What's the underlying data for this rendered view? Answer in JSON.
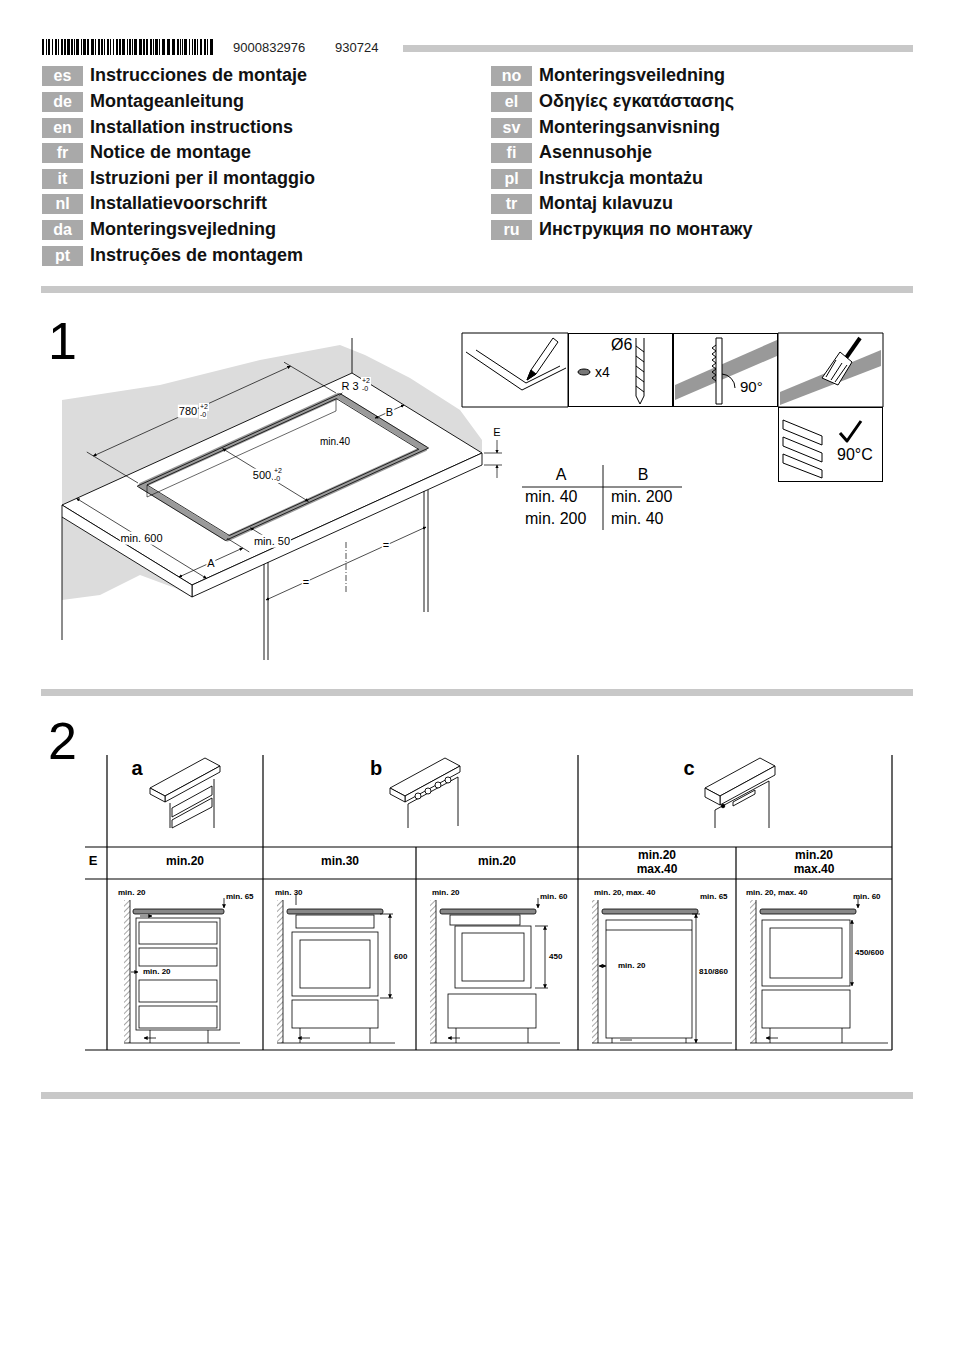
{
  "diagram": {
    "nodes": [
      {
        "text": [
          "es",
          "Instrucciones de montaje"
        ]
      },
      {
        "text": [
          "de",
          "Montageanleitung"
        ]
      },
      {
        "text": [
          "en",
          "Installation instructions"
        ]
      },
      {
        "text": [
          "fr",
          "Notice de montage"
        ]
      },
      {
        "text": [
          "it",
          "Istruzioni per il montaggio"
        ]
      },
      {
        "text": [
          "nl",
          "Installatievoorschrift"
        ]
      },
      {
        "text": [
          "da",
          "Monteringsvejledning"
        ]
      },
      {
        "text": [
          "pt",
          "Instruções de montagem"
        ]
      },
      {
        "text": [
          "no",
          "Monteringsveiledning"
        ]
      },
      {
        "text": [
          "el",
          "Οδηγίες εγκατάστασης"
        ]
      },
      {
        "text": [
          "sv",
          "Monteringsanvisning"
        ]
      },
      {
        "text": [
          "fi",
          "Asennusohje"
        ]
      },
      {
        "text": [
          "pl",
          "Instrukcja montażu"
        ]
      },
      {
        "text": [
          "tr",
          "Montaj kılavuzu"
        ]
      },
      {
        "text": [
          "ru",
          "Инструкция по монтажу"
        ]
      },
      {
        "text": [
          "Ø6",
          "x4"
        ]
      },
      {
        "text": [
          "90°"
        ]
      },
      {
        "text": [
          "90°C"
        ]
      }
    ],
    "labels": [
      "9000832976",
      "930724",
      "1",
      "780",
      "+2",
      "-0",
      "R 3",
      "+2",
      "-0",
      "B",
      "min.40",
      "E",
      "500",
      "+2",
      "-0",
      "min. 600",
      "min. 50",
      "A",
      "=",
      "=",
      "A",
      "B",
      "min. 40",
      "min. 200",
      "min. 200",
      "min. 40",
      "2",
      "a",
      "b",
      "c",
      "E",
      "min.20",
      "min.30",
      "min.20",
      "min.20 max.40",
      "min.20 max.40",
      "min. 20",
      "min. 65",
      "min. 20",
      "min. 30",
      "600",
      "min. 20",
      "min. 60",
      "450",
      "min. 20, max. 40",
      "min. 65",
      "min. 20",
      "810/860",
      "min. 20, max. 40",
      "min. 60",
      "450/600"
    ]
  }
}
